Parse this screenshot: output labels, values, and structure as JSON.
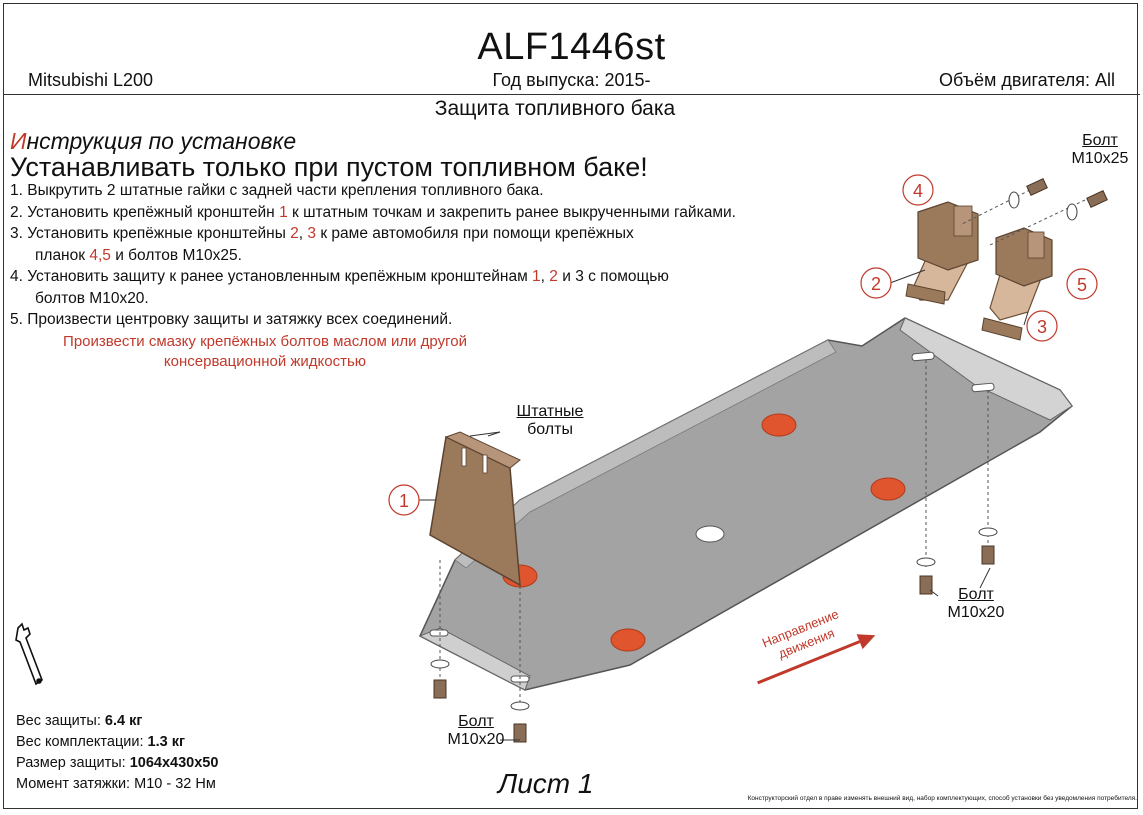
{
  "header": {
    "title": "ALF1446st",
    "model": "Mitsubishi L200",
    "year": "Год выпуска: 2015-",
    "engine": "Объём двигателя: All",
    "subtitle": "Защита топливного бака"
  },
  "instructions": {
    "heading_first": "И",
    "heading_rest": "нструкция по установке",
    "warning": "Устанавливать только при пустом топливном баке!",
    "step1": "1.  Выкрутить 2 штатные гайки с задней части крепления топливного бака.",
    "step2_a": "2.  Установить крепёжный кронштейн ",
    "step2_n1": "1",
    "step2_b": " к штатным точкам и закрепить ранее выкрученными гайками.",
    "step3_a": "3.  Установить крепёжные кронштейны ",
    "step3_n1": "2",
    "step3_sep": ", ",
    "step3_n2": "3",
    "step3_b": " к раме автомобиля при помощи крепёжных",
    "step3_c": "планок ",
    "step3_n3": "4,5",
    "step3_d": " и болтов М10х25.",
    "step4_a": "4.  Установить защиту к ранее установленным крепёжным кронштейнам ",
    "step4_n1": "1",
    "step4_sep": ", ",
    "step4_n2": "2",
    "step4_b": " и 3 с помощью",
    "step4_c": "болтов М10х20.",
    "step5": "5.  Произвести центровку защиты и затяжку всех соединений.",
    "note_line1": "Произвести смазку крепёжных болтов маслом или другой",
    "note_line2": "консервационной жидкостью"
  },
  "specs": {
    "weight_label": "Вес защиты: ",
    "weight_value": "6.4 кг",
    "kit_label": "Вес комплектации: ",
    "kit_value": "1.3 кг",
    "size_label": "Размер защиты: ",
    "size_value": "1064х430х50",
    "torque_label": "Момент затяжки:  ",
    "torque_value": "М10 - 32 Нм"
  },
  "diagram": {
    "label_bolts_top": [
      "Болт",
      "М10х25"
    ],
    "label_std_bolts": [
      "Штатные",
      "болты"
    ],
    "label_bolts_right": [
      "Болт",
      "М10х20"
    ],
    "label_bolts_bottom": [
      "Болт",
      "М10х20"
    ],
    "direction": [
      "Направление",
      "движения"
    ],
    "callouts": [
      "1",
      "2",
      "3",
      "4",
      "5"
    ],
    "colors": {
      "plate": "#a3a3a3",
      "plate_light": "#cfcfcf",
      "bracket": "#9b7a5c",
      "bracket_light": "#d7b79b",
      "accent": "#c0392b",
      "spot": "#e0542e"
    }
  },
  "footer": {
    "sheet": "Лист 1",
    "disclaimer": "Конструкторский отдел в праве изменять внешний вид, набор комплектующих, способ установки без уведомления потребителя."
  },
  "icons": [
    "wrench-icon"
  ]
}
